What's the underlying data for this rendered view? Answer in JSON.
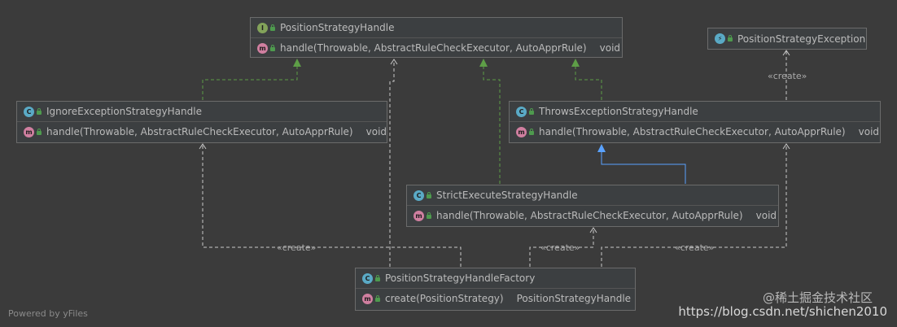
{
  "colors": {
    "background": "#3b3b3b",
    "box_fill": "#3c3f41",
    "interface_badge": "#83a35a",
    "class_badge": "#5aaac6",
    "method_badge": "#d07fa0",
    "exception_badge": "#5aaac6",
    "implements_edge": "#5e9e47",
    "extends_edge": "#5aa2ff",
    "create_edge": "#c8c8c8"
  },
  "classes": {
    "position_strategy_handle": {
      "kind": "interface",
      "badge": "I",
      "name": "PositionStrategyHandle",
      "method": "handle(Throwable, AbstractRuleCheckExecutor, AutoApprRule)",
      "returns": "void"
    },
    "position_strategy_exception": {
      "kind": "exception",
      "badge": "⚡",
      "name": "PositionStrategyException"
    },
    "ignore_exception_strategy_handle": {
      "kind": "class",
      "badge": "C",
      "name": "IgnoreExceptionStrategyHandle",
      "method": "handle(Throwable, AbstractRuleCheckExecutor, AutoApprRule)",
      "returns": "void"
    },
    "throws_exception_strategy_handle": {
      "kind": "class",
      "badge": "C",
      "name": "ThrowsExceptionStrategyHandle",
      "method": "handle(Throwable, AbstractRuleCheckExecutor, AutoApprRule)",
      "returns": "void"
    },
    "strict_execute_strategy_handle": {
      "kind": "class",
      "badge": "C",
      "name": "StrictExecuteStrategyHandle",
      "method": "handle(Throwable, AbstractRuleCheckExecutor, AutoApprRule)",
      "returns": "void"
    },
    "position_strategy_handle_factory": {
      "kind": "class",
      "badge": "C",
      "name": "PositionStrategyHandleFactory",
      "method": "create(PositionStrategy)",
      "returns": "PositionStrategyHandle"
    }
  },
  "edge_labels": {
    "create": "«create»"
  },
  "footer": {
    "powered_by": "Powered by yFiles",
    "watermark": "https://blog.csdn.net/shichen2010",
    "watermark_cn": "@稀土掘金技术社区"
  }
}
